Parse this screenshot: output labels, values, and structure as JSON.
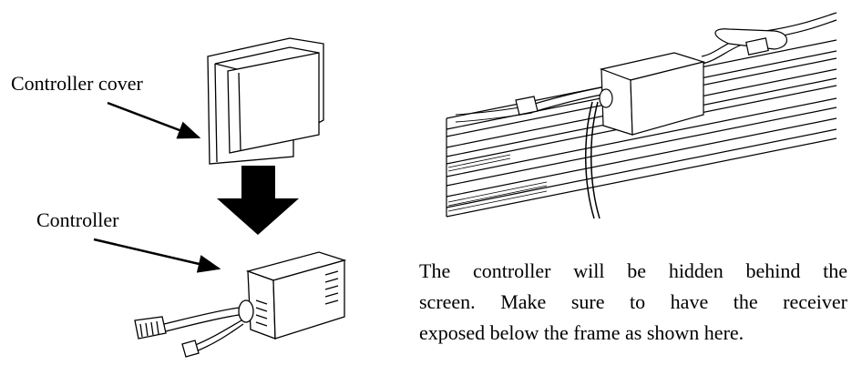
{
  "labels": {
    "controller_cover": "Controller cover",
    "controller": "Controller"
  },
  "caption": {
    "line1": "The controller will be hidden behind the",
    "line2": "screen. Make sure to have the receiver",
    "line3": "exposed below the frame as shown here."
  },
  "colors": {
    "ink": "#000000",
    "paper": "#ffffff",
    "shade": "#d9d9d9"
  }
}
